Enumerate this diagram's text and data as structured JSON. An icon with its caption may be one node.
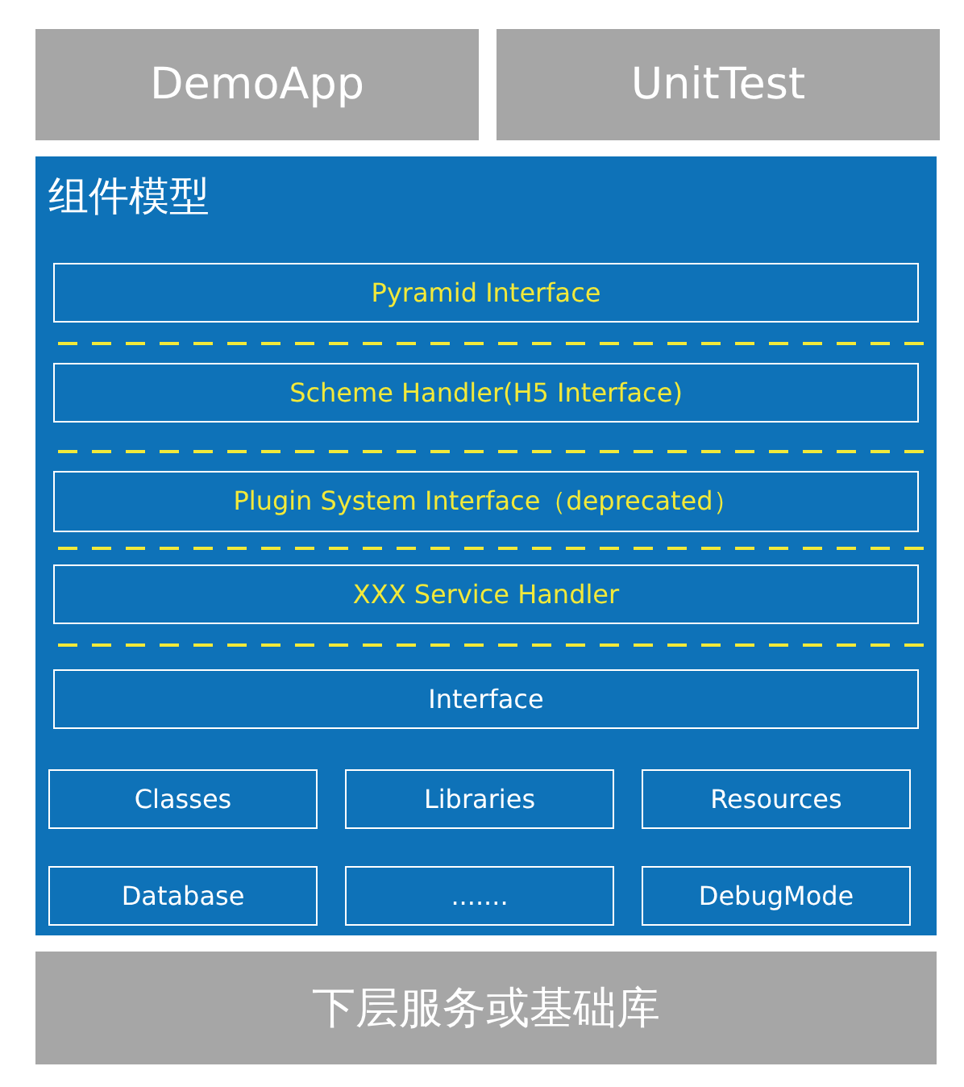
{
  "diagram": {
    "nodes": [
      {
        "text": [
          "DemoApp"
        ]
      },
      {
        "text": [
          "UnitTest"
        ]
      },
      {
        "text": [
          "组件模型"
        ]
      },
      {
        "text": [
          "Pyramid Interface"
        ],
        "in": 2
      },
      {
        "text": [
          "Scheme Handler(H5 Interface)"
        ],
        "in": 2
      },
      {
        "text": [
          "Plugin System Interface（deprecated）"
        ],
        "in": 2
      },
      {
        "text": [
          "XXX Service Handler"
        ],
        "in": 2
      },
      {
        "text": [
          "Interface"
        ],
        "in": 2
      },
      {
        "text": [
          "Classes"
        ],
        "in": 2
      },
      {
        "text": [
          "Libraries"
        ],
        "in": 2
      },
      {
        "text": [
          "Resources"
        ],
        "in": 2
      },
      {
        "text": [
          "Database"
        ],
        "in": 2
      },
      {
        "text": [
          "......."
        ],
        "in": 2
      },
      {
        "text": [
          "DebugMode"
        ],
        "in": 2
      },
      {
        "text": [
          "下层服务或基础库"
        ]
      }
    ],
    "edges": []
  }
}
